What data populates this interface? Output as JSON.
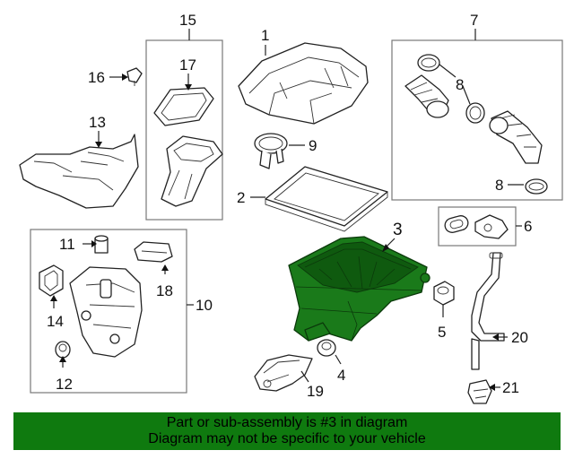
{
  "callouts": {
    "c1": "1",
    "c2": "2",
    "c3": "3",
    "c4": "4",
    "c5": "5",
    "c6": "6",
    "c7": "7",
    "c8a": "8",
    "c8b": "8",
    "c9": "9",
    "c10": "10",
    "c11": "11",
    "c12": "12",
    "c13": "13",
    "c14": "14",
    "c15": "15",
    "c16": "16",
    "c17": "17",
    "c18": "18",
    "c19": "19",
    "c20": "20",
    "c21": "21"
  },
  "highlight_color": "#1a7a1a",
  "banner": {
    "line1": "Part or sub-assembly is #3 in diagram",
    "line2": "Diagram may not be specific to your vehicle",
    "color": "#0f7a0f"
  }
}
